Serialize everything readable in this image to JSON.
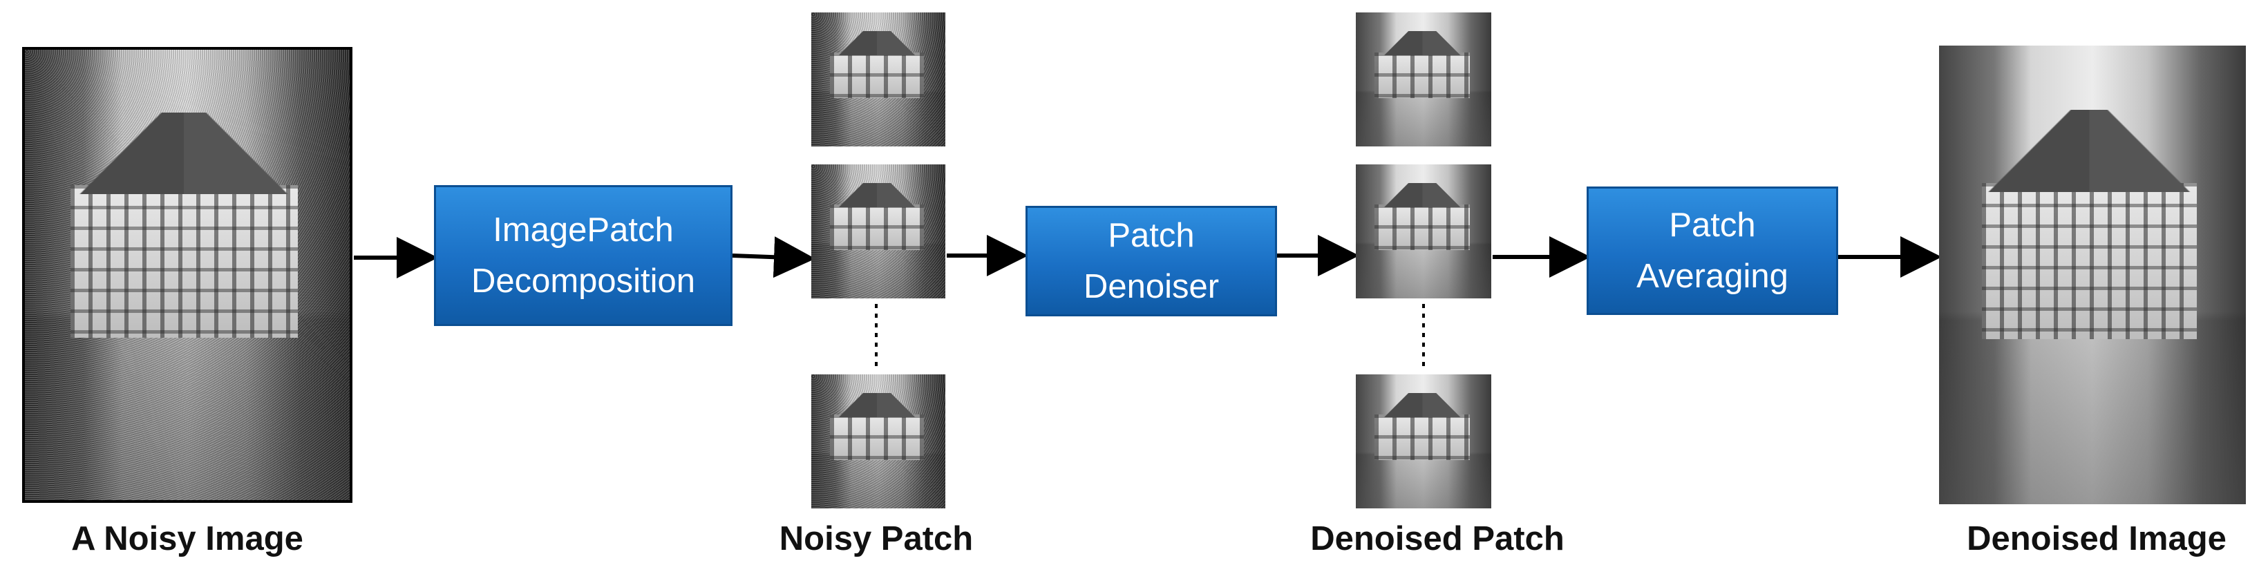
{
  "stages": {
    "input_caption": "A Noisy Image",
    "decomposition_box": [
      "ImagePatch",
      "Decomposition"
    ],
    "noisy_patch_caption": "Noisy Patch",
    "denoiser_box": [
      "Patch",
      "Denoiser"
    ],
    "denoised_patch_caption": "Denoised Patch",
    "averaging_box": [
      "Patch",
      "Averaging"
    ],
    "output_caption": "Denoised Image"
  }
}
